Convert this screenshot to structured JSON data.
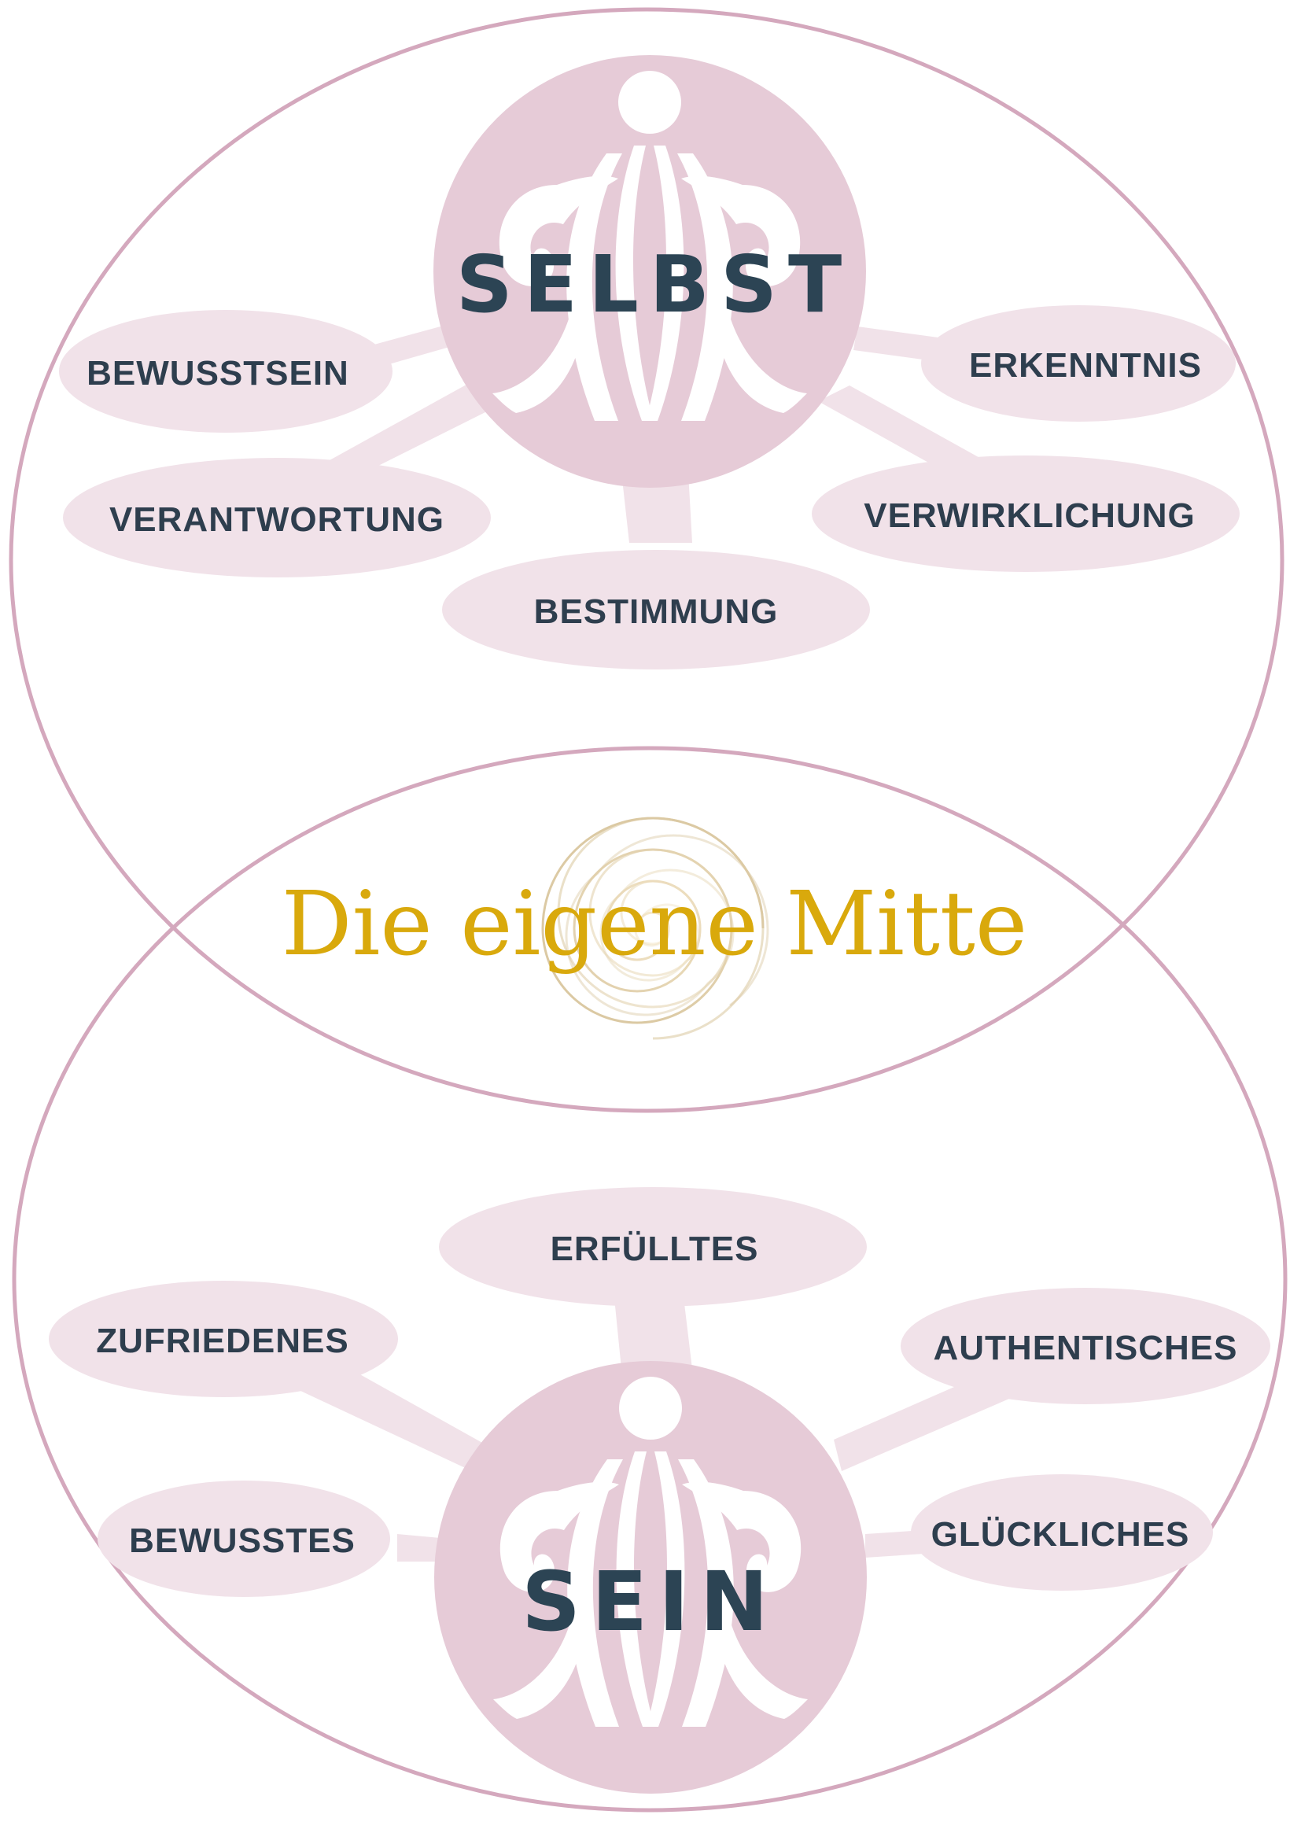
{
  "colors": {
    "ring": "#d4a8bd",
    "bubble": "#f1e2e9",
    "connector": "#f1e2e9",
    "hub": "#e6cbd7",
    "label": "#2e3e4e",
    "hub_label": "#2c4454",
    "center_text": "#d9a90c"
  },
  "top": {
    "hub_label": "SELBST",
    "items": [
      "BEWUSSTSEIN",
      "VERANTWORTUNG",
      "BESTIMMUNG",
      "ERKENNTNIS",
      "VERWIRKLICHUNG"
    ]
  },
  "center": {
    "title": "Die eigene Mitte"
  },
  "bottom": {
    "hub_label": "SEIN",
    "items": [
      "ERFÜLLTES",
      "ZUFRIEDENES",
      "AUTHENTISCHES",
      "BEWUSSTES",
      "GLÜCKLICHES"
    ]
  },
  "icons": {
    "hub_figure": "stylized-figure-icon",
    "center_swirl": "spiral-swirl-icon"
  }
}
